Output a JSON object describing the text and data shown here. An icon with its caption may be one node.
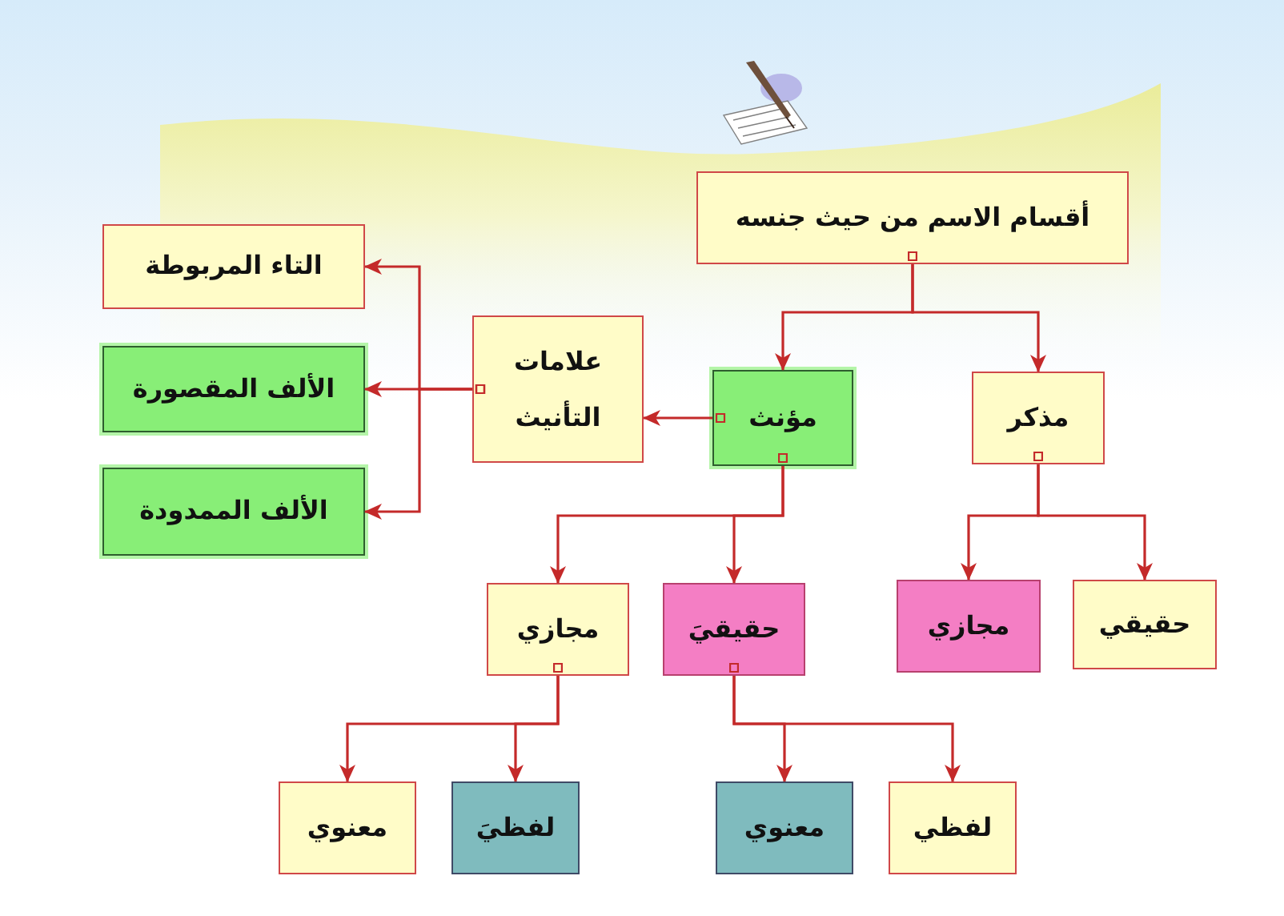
{
  "diagram": {
    "nodes": [
      {
        "text": [
          "أقسام الاسم من حيث جنسه"
        ]
      },
      {
        "text": [
          "مذكر"
        ]
      },
      {
        "text": [
          "مؤنث"
        ]
      },
      {
        "text": [
          "علامات التأنيث"
        ]
      },
      {
        "text": [
          "التاء المربوطة"
        ]
      },
      {
        "text": [
          "الألف المقصورة"
        ]
      },
      {
        "text": [
          "الألف الممدودة"
        ]
      },
      {
        "text": [
          "حقيقي"
        ]
      },
      {
        "text": [
          "مجازي"
        ]
      },
      {
        "text": [
          "حقيقيَ"
        ]
      },
      {
        "text": [
          "مجازي"
        ]
      },
      {
        "text": [
          "لفظي"
        ]
      },
      {
        "text": [
          "معنوي"
        ]
      },
      {
        "text": [
          "لفظيَ"
        ]
      },
      {
        "text": [
          "معنوي"
        ]
      }
    ],
    "edges": [
      {
        "from": 0,
        "to": 1,
        "arrow": "to"
      },
      {
        "from": 0,
        "to": 2,
        "arrow": "to"
      },
      {
        "from": 2,
        "to": 3,
        "arrow": "to"
      },
      {
        "from": 3,
        "to": 4,
        "arrow": "to"
      },
      {
        "from": 3,
        "to": 5,
        "arrow": "to"
      },
      {
        "from": 3,
        "to": 6,
        "arrow": "to"
      },
      {
        "from": 1,
        "to": 7,
        "arrow": "to"
      },
      {
        "from": 1,
        "to": 8,
        "arrow": "to"
      },
      {
        "from": 2,
        "to": 9,
        "arrow": "to"
      },
      {
        "from": 2,
        "to": 10,
        "arrow": "to"
      },
      {
        "from": 9,
        "to": 11,
        "arrow": "to"
      },
      {
        "from": 9,
        "to": 12,
        "arrow": "to"
      },
      {
        "from": 10,
        "to": 13,
        "arrow": "to"
      },
      {
        "from": 10,
        "to": 14,
        "arrow": "to"
      }
    ]
  }
}
